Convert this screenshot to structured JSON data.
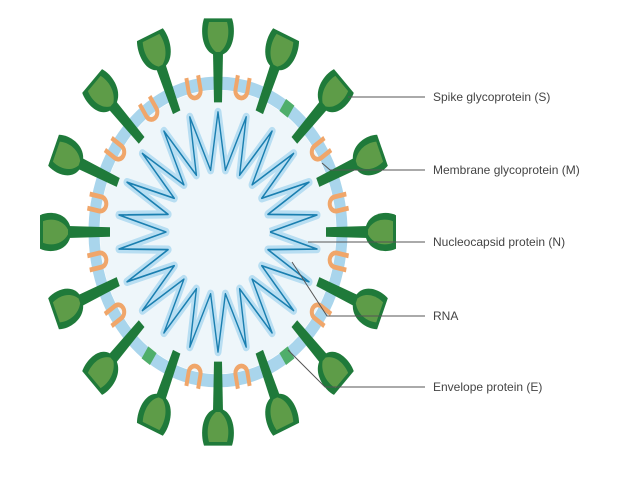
{
  "labels": {
    "spike": "Spike glycoprotein (S)",
    "membrane": "Membrane glycoprotein (M)",
    "nucleocapsid": "Nucleocapsid protein (N)",
    "rna": "RNA",
    "envelope": "Envelope protein (E)"
  },
  "colors": {
    "spike_dark": "#1f7a3a",
    "spike_light": "#5e9c48",
    "membrane": "#a9d5ec",
    "m_protein": "#f0a66a",
    "e_protein": "#4fae6a",
    "nucleocapsid_light": "#b8def2",
    "rna": "#1a7fb0",
    "interior": "#eef6fa",
    "leader": "#555555"
  }
}
